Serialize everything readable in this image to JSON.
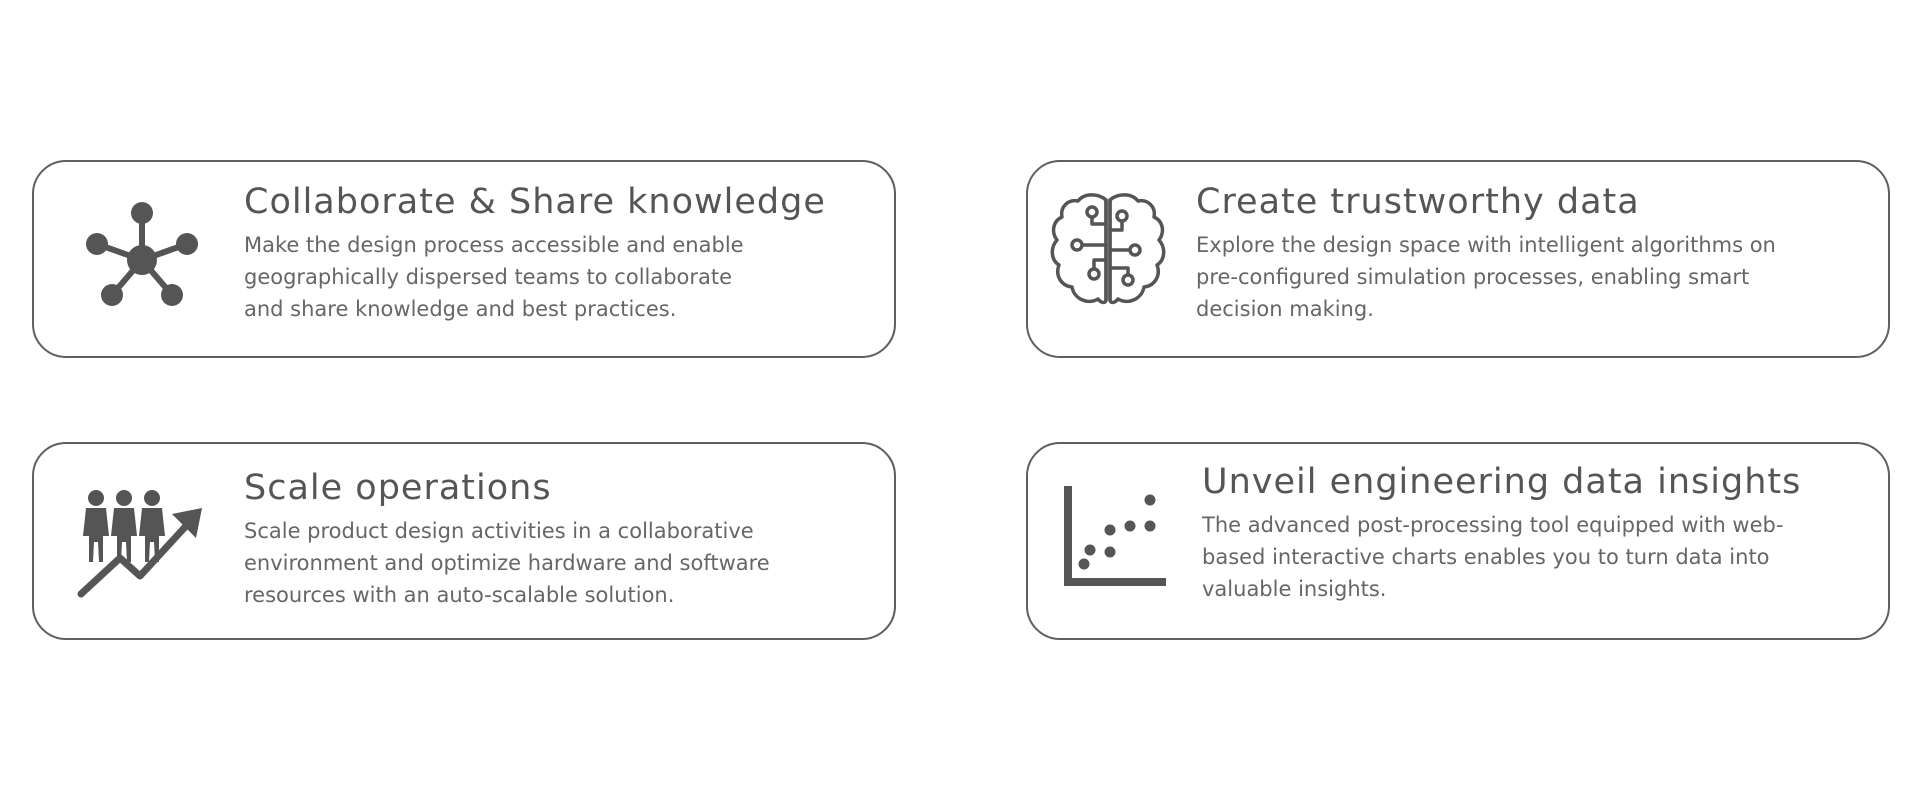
{
  "cards": [
    {
      "icon": "network-hub-icon",
      "title": "Collaborate & Share knowledge",
      "description": "Make the design process accessible and enable geographically dispersed teams to collaborate and share knowledge and best practices."
    },
    {
      "icon": "brain-circuit-icon",
      "title": "Create trustworthy data",
      "description": "Explore the design space with intelligent algorithms on pre-configured simulation processes, enabling smart decision making."
    },
    {
      "icon": "team-growth-icon",
      "title": "Scale operations",
      "description": "Scale product design activities in a collaborative environment and optimize hardware and software resources with an auto-scalable solution."
    },
    {
      "icon": "scatter-chart-icon",
      "title": "Unveil engineering data insights",
      "description": "The advanced post-processing tool equipped with web-based interactive charts enables you to turn data into valuable insights."
    }
  ],
  "colors": {
    "border": "#5f5f5f",
    "icon": "#555555",
    "title": "#555555",
    "text": "#666666",
    "background": "#ffffff"
  }
}
